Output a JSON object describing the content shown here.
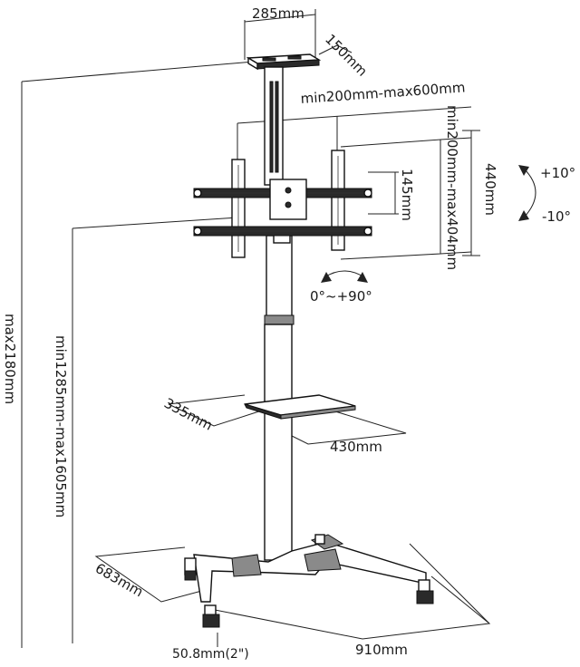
{
  "labels": {
    "top_plate_width": "285mm",
    "top_plate_depth": "150mm",
    "vesa_horizontal": "min200mm-max600mm",
    "vesa_vertical": "min200mm-max404mm",
    "bracket_height": "440mm",
    "bracket_spacing": "145mm",
    "tilt_up": "+10°",
    "tilt_down": "-10°",
    "rotation": "0°~+90°",
    "total_height": "max2180mm",
    "mount_height": "min1285mm-max1605mm",
    "shelf_depth": "335mm",
    "shelf_width": "430mm",
    "base_depth": "683mm",
    "base_width": "910mm",
    "caster_size": "50.8mm(2\")"
  },
  "colors": {
    "line": "#222222",
    "part_fill": "#ffffff",
    "dark_fill": "#2a2a2a",
    "mid_fill": "#8a8a8a"
  }
}
